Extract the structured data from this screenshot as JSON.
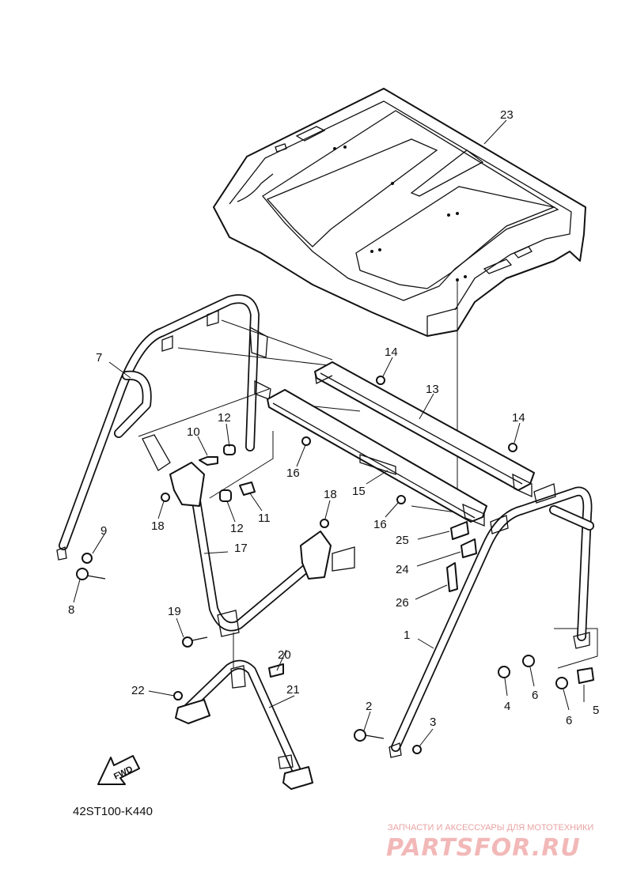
{
  "diagram": {
    "code": "42ST100-K440",
    "fwd_label": "FWD",
    "callouts": [
      {
        "id": "p1",
        "label": "1"
      },
      {
        "id": "p2",
        "label": "2"
      },
      {
        "id": "p3",
        "label": "3"
      },
      {
        "id": "p4",
        "label": "4"
      },
      {
        "id": "p5",
        "label": "5"
      },
      {
        "id": "p6a",
        "label": "6"
      },
      {
        "id": "p6b",
        "label": "6"
      },
      {
        "id": "p7",
        "label": "7"
      },
      {
        "id": "p8",
        "label": "8"
      },
      {
        "id": "p9",
        "label": "9"
      },
      {
        "id": "p10",
        "label": "10"
      },
      {
        "id": "p11",
        "label": "11"
      },
      {
        "id": "p12a",
        "label": "12"
      },
      {
        "id": "p12b",
        "label": "12"
      },
      {
        "id": "p13",
        "label": "13"
      },
      {
        "id": "p14a",
        "label": "14"
      },
      {
        "id": "p14b",
        "label": "14"
      },
      {
        "id": "p15",
        "label": "15"
      },
      {
        "id": "p16a",
        "label": "16"
      },
      {
        "id": "p16b",
        "label": "16"
      },
      {
        "id": "p17",
        "label": "17"
      },
      {
        "id": "p18a",
        "label": "18"
      },
      {
        "id": "p18b",
        "label": "18"
      },
      {
        "id": "p19",
        "label": "19"
      },
      {
        "id": "p20",
        "label": "20"
      },
      {
        "id": "p21",
        "label": "21"
      },
      {
        "id": "p22",
        "label": "22"
      },
      {
        "id": "p23",
        "label": "23"
      },
      {
        "id": "p24",
        "label": "24"
      },
      {
        "id": "p25",
        "label": "25"
      },
      {
        "id": "p26",
        "label": "26"
      }
    ]
  },
  "watermark": {
    "tagline": "ЗАПЧАСТИ И АКСЕССУАРЫ ДЛЯ МОТОТЕХНИКИ",
    "logo": "PARTSFOR.RU",
    "color": "#e9a3a3"
  }
}
